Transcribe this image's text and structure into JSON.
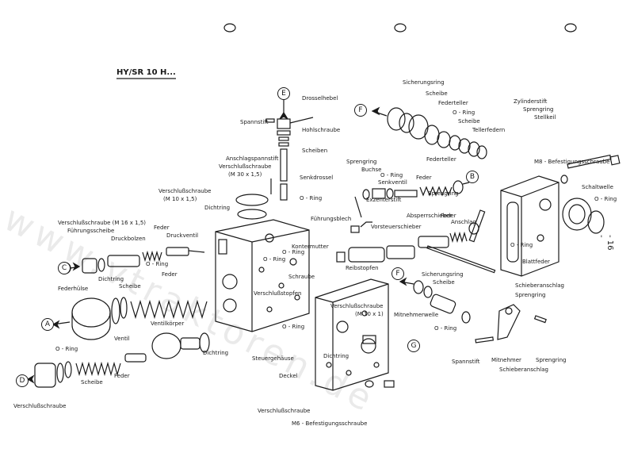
{
  "header": {
    "model": "HY/SR 10 H...",
    "page_number": "- 16 -"
  },
  "watermark": "www.vtraktoren.de",
  "ports": [
    {
      "id": "port-a",
      "letter": "A"
    },
    {
      "id": "port-b",
      "letter": "B"
    },
    {
      "id": "port-c",
      "letter": "C"
    },
    {
      "id": "port-d",
      "letter": "D"
    },
    {
      "id": "port-e",
      "letter": "E"
    },
    {
      "id": "port-f1",
      "letter": "F"
    },
    {
      "id": "port-f2",
      "letter": "F"
    },
    {
      "id": "port-g",
      "letter": "G"
    }
  ],
  "labels": [
    {
      "id": "drosselhebel",
      "text": "Drosselhebel"
    },
    {
      "id": "spannstift-top",
      "text": "Spannstift"
    },
    {
      "id": "hohlschraube",
      "text": "Hohlschraube"
    },
    {
      "id": "scheiben",
      "text": "Scheiben"
    },
    {
      "id": "anschlagspannstift",
      "text": "Anschlagspannstift"
    },
    {
      "id": "verschluss-m30",
      "text": "Verschlußschraube"
    },
    {
      "id": "verschluss-m30-size",
      "text": "(M 30 x 1,5)"
    },
    {
      "id": "senkdrossel",
      "text": "Senkdrossel"
    },
    {
      "id": "oring-top",
      "text": "O - Ring"
    },
    {
      "id": "dichtring-top",
      "text": "Dichtring"
    },
    {
      "id": "verschluss-m10",
      "text": "Verschlußschraube"
    },
    {
      "id": "verschluss-m10-size",
      "text": "(M 10 x 1,5)"
    },
    {
      "id": "sicherungsring-top",
      "text": "Sicherungsring"
    },
    {
      "id": "scheibe-top",
      "text": "Scheibe"
    },
    {
      "id": "federteller-top",
      "text": "Federteller"
    },
    {
      "id": "oring-right-top",
      "text": "O - Ring"
    },
    {
      "id": "scheibe-right-top",
      "text": "Scheibe"
    },
    {
      "id": "tellerfedern",
      "text": "Tellerfedern"
    },
    {
      "id": "zylinderstift",
      "text": "Zylinderstift"
    },
    {
      "id": "sprengring-zyl",
      "text": "Sprengring"
    },
    {
      "id": "stellkeil",
      "text": "Stellkeil"
    },
    {
      "id": "sprengring-mid",
      "text": "Sprengring"
    },
    {
      "id": "buchse",
      "text": "Buchse"
    },
    {
      "id": "oring-mid",
      "text": "O - Ring"
    },
    {
      "id": "senkventil",
      "text": "Senkventil"
    },
    {
      "id": "feder-mid",
      "text": "Feder"
    },
    {
      "id": "federteller-mid",
      "text": "Federteller"
    },
    {
      "id": "sprengring-mid2",
      "text": "Sprengring"
    },
    {
      "id": "exzenterstift",
      "text": "Exzenterstift"
    },
    {
      "id": "m8-bolt",
      "text": "M8 - Befestigungsschraube"
    },
    {
      "id": "schaltwelle",
      "text": "Schaltwelle"
    },
    {
      "id": "oring-schalt",
      "text": "O - Ring"
    },
    {
      "id": "fuehrungsblech",
      "text": "Führungsblech"
    },
    {
      "id": "oring-body-top",
      "text": "O - Ring"
    },
    {
      "id": "absperrschieber",
      "text": "Absperrschieber"
    },
    {
      "id": "feder-absperr",
      "text": "Feder"
    },
    {
      "id": "anschlag",
      "text": "Anschlag"
    },
    {
      "id": "vorsteuerschieber",
      "text": "Vorsteuerschieber"
    },
    {
      "id": "kontermutter",
      "text": "Kontermutter"
    },
    {
      "id": "verschluss-m16",
      "text": "Verschlußschraube  (M 16 x 1,5)"
    },
    {
      "id": "fuehrungsscheibe",
      "text": "Führungsscheibe"
    },
    {
      "id": "druckbolzen",
      "text": "Druckbolzen"
    },
    {
      "id": "feder-druck",
      "text": "Feder"
    },
    {
      "id": "druckventil",
      "text": "Druckventil"
    },
    {
      "id": "oring-druck",
      "text": "O - Ring"
    },
    {
      "id": "oring-body-left",
      "text": "O - Ring"
    },
    {
      "id": "schraube",
      "text": "Schraube"
    },
    {
      "id": "reibstopfen",
      "text": "Reibstopfen"
    },
    {
      "id": "oring-right",
      "text": "O - Ring"
    },
    {
      "id": "blattfeder",
      "text": "Blattfeder"
    },
    {
      "id": "schieberanschlag-top",
      "text": "Schieberanschlag"
    },
    {
      "id": "sprengring-right",
      "text": "Sprengring"
    },
    {
      "id": "verschlussstopfen",
      "text": "Verschlußstopfen"
    },
    {
      "id": "oring-cover",
      "text": "O - Ring"
    },
    {
      "id": "federhuelse",
      "text": "Federhülse"
    },
    {
      "id": "dichtring-left",
      "text": "Dichtring"
    },
    {
      "id": "scheibe-left",
      "text": "Scheibe"
    },
    {
      "id": "feder-left",
      "text": "Feder"
    },
    {
      "id": "sicherungsring-lower",
      "text": "Sicherungsring"
    },
    {
      "id": "scheibe-lower",
      "text": "Scheibe"
    },
    {
      "id": "verschluss-m10x1",
      "text": "Verschlußschraube"
    },
    {
      "id": "verschluss-m10x1-size",
      "text": "(M 10 x 1)"
    },
    {
      "id": "mitnehmerwelle",
      "text": "Mitnehmerwelle"
    },
    {
      "id": "oring-mitnehmer",
      "text": "O - Ring"
    },
    {
      "id": "ventilkoerper",
      "text": "Ventilkörper"
    },
    {
      "id": "steuergehaeuse",
      "text": "Steuergehäuse"
    },
    {
      "id": "dichtring-body",
      "text": "Dichtring"
    },
    {
      "id": "oring-lower-left",
      "text": "O - Ring"
    },
    {
      "id": "ventil",
      "text": "Ventil"
    },
    {
      "id": "scheibe-ll",
      "text": "Scheibe"
    },
    {
      "id": "feder-ll",
      "text": "Feder"
    },
    {
      "id": "verschluss-ll",
      "text": "Verschlußschraube"
    },
    {
      "id": "dichtring-cover",
      "text": "Dichtring"
    },
    {
      "id": "deckel",
      "text": "Deckel"
    },
    {
      "id": "verschluss-cover",
      "text": "Verschlußschraube"
    },
    {
      "id": "m6-bolt",
      "text": "M6 - Befestigungsschraube"
    },
    {
      "id": "spannstift-low",
      "text": "Spannstift"
    },
    {
      "id": "mitnehmer",
      "text": "Mitnehmer"
    },
    {
      "id": "schieberanschlag-low",
      "text": "Schieberanschlag"
    },
    {
      "id": "sprengring-low",
      "text": "Sprengring"
    }
  ]
}
